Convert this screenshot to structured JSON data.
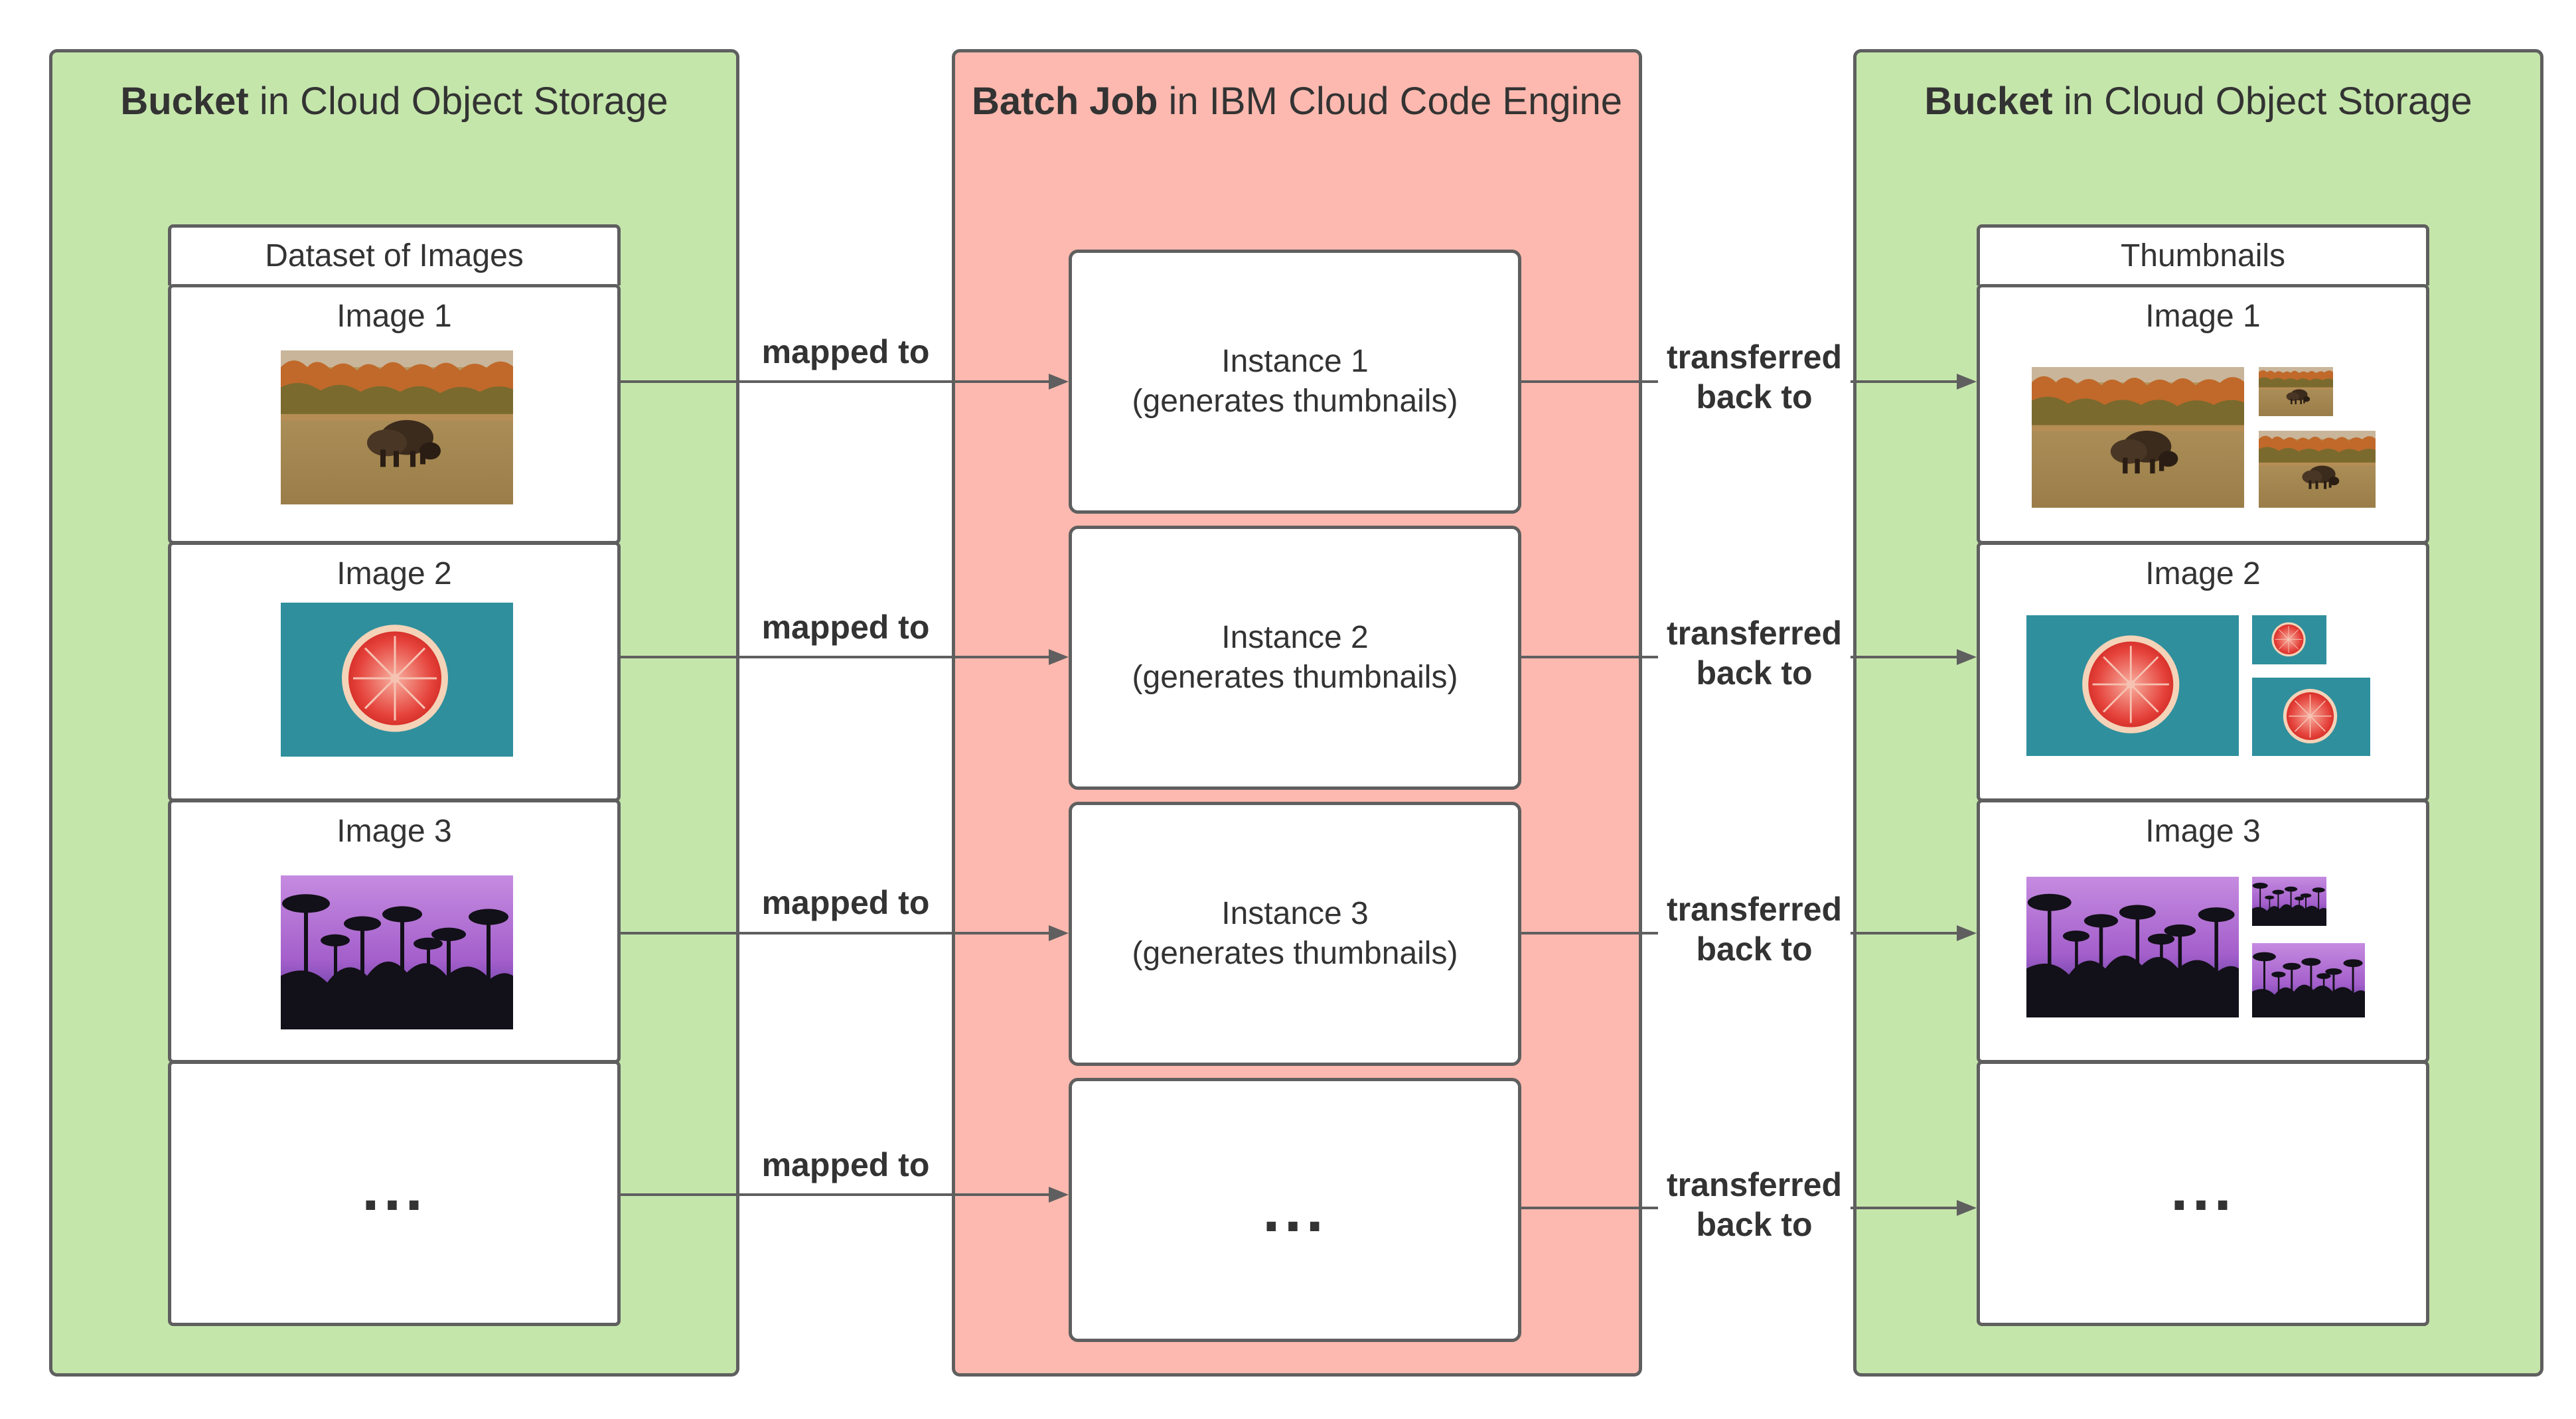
{
  "containers": {
    "source_bucket": {
      "title_bold": "Bucket",
      "title_rest": " in Cloud Object Storage"
    },
    "batch_job": {
      "title_bold": "Batch Job",
      "title_rest": " in IBM Cloud Code Engine"
    },
    "target_bucket": {
      "title_bold": "Bucket",
      "title_rest": " in Cloud Object Storage"
    }
  },
  "dataset": {
    "header": "Dataset of Images",
    "rows": [
      {
        "label": "Image 1",
        "image": "bison-photo"
      },
      {
        "label": "Image 2",
        "image": "grapefruit-photo"
      },
      {
        "label": "Image 3",
        "image": "palm-trees-photo"
      },
      {
        "label": "..."
      }
    ]
  },
  "instances": [
    {
      "line1": "Instance 1",
      "line2": "(generates thumbnails)"
    },
    {
      "line1": "Instance 2",
      "line2": "(generates thumbnails)"
    },
    {
      "line1": "Instance 3",
      "line2": "(generates thumbnails)"
    },
    {
      "line1": "..."
    }
  ],
  "thumbnails": {
    "header": "Thumbnails",
    "rows": [
      {
        "label": "Image 1",
        "image": "bison-photo"
      },
      {
        "label": "Image 2",
        "image": "grapefruit-photo"
      },
      {
        "label": "Image 3",
        "image": "palm-trees-photo"
      },
      {
        "label": "..."
      }
    ]
  },
  "edges": {
    "mapped_to": "mapped to",
    "transferred_line1": "transferred",
    "transferred_line2": "back to"
  },
  "colors": {
    "bucket_fill": "#c5e6ab",
    "job_fill": "#fdb9af",
    "border": "#5f5f5f"
  }
}
